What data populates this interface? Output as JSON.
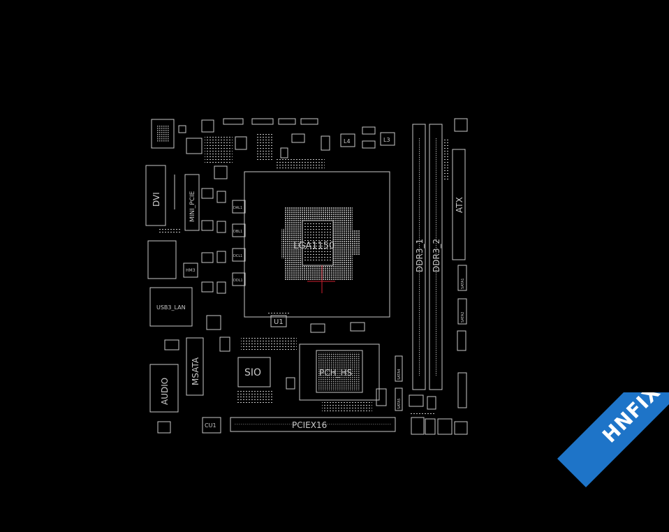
{
  "board": {
    "cpu_socket": "LGA1150",
    "pch": "PCH_HS",
    "super_io": "SIO",
    "dimm_slots": [
      "DDR3_1",
      "DDR3_2"
    ],
    "power_connector": "ATX",
    "pcie_slot": "PCIEX16",
    "mini_pcie": "MINI_PCIE",
    "msata": "MSATA",
    "dvi": "DVI",
    "usb_lan": "USB3_LAN",
    "audio": "AUDIO",
    "chips": [
      "U1",
      "CU1",
      "HM3",
      "L3",
      "L4",
      "DAL1",
      "DBL1",
      "DCL1",
      "DDL1"
    ],
    "sata_ports": [
      "SATA4",
      "SATA5",
      "SATA1",
      "SATA2"
    ]
  },
  "colors": {
    "background": "#000000",
    "outline": "#c8c8c8",
    "accent": "#d02030",
    "watermark": "#1e74c8"
  },
  "watermark": {
    "text": "HNFIX.VN"
  }
}
